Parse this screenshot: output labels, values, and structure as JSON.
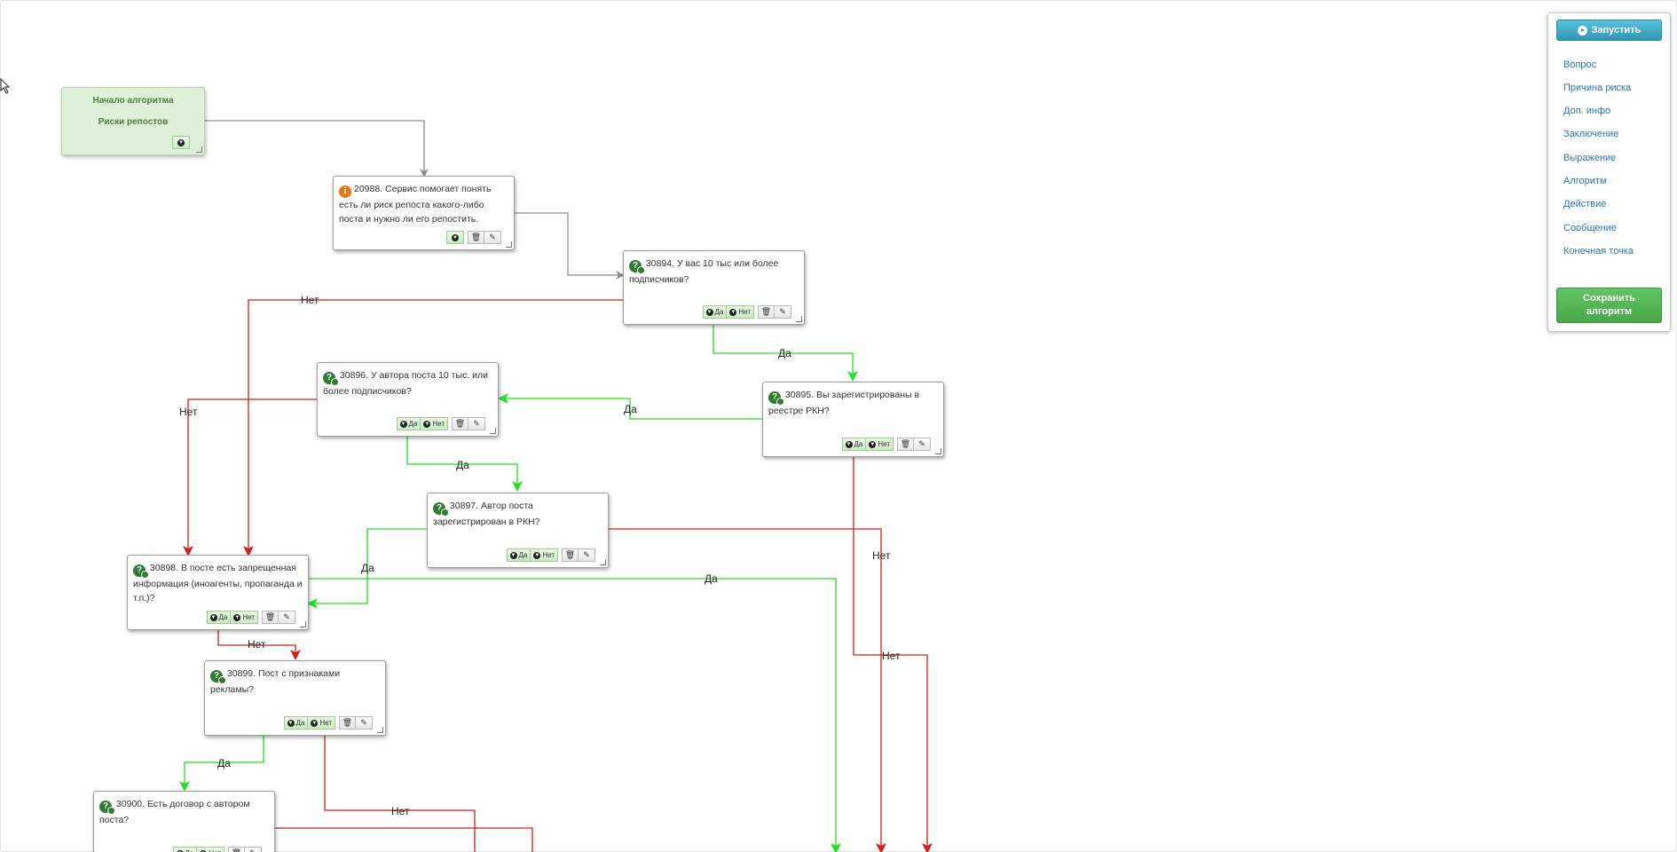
{
  "start_node": {
    "title": "Начало алгоритма",
    "subtitle": "Риски репостов"
  },
  "nodes": [
    {
      "id": "20988",
      "text": "20988. Сервис помогает понять есть ли риск репоста какого-либо поста и нужно ли его репостить.",
      "icon": "info-icon"
    },
    {
      "id": "30894",
      "text": "30894. У вас 10 тыс или более подписчиков?",
      "icon": "question-icon"
    },
    {
      "id": "30895",
      "text": "30895. Вы зарегистрированы в реестре РКН?",
      "icon": "question-icon"
    },
    {
      "id": "30896",
      "text": "30896. У автора поста 10 тыс. или более подписчиков?",
      "icon": "question-icon"
    },
    {
      "id": "30897",
      "text": "30897. Автор поста зарегистрирован в РКН?",
      "icon": "question-icon"
    },
    {
      "id": "30898",
      "text": "30898. В посте есть запрещенная информация (иноагенты, пропаганда и т.п.)?",
      "icon": "question-icon"
    },
    {
      "id": "30899",
      "text": "30899. Пост с признаками рекламы?",
      "icon": "question-icon"
    },
    {
      "id": "30900",
      "text": "30900. Есть договор с автором поста?",
      "icon": "question-icon"
    }
  ],
  "buttons": {
    "yes": "Да",
    "no": "Нет"
  },
  "edge_labels": {
    "yes": "Да",
    "no": "Нет"
  },
  "colors": {
    "yes": "#22e022",
    "no": "#d81b1b",
    "default": "#8c8c8c"
  },
  "panel": {
    "run": "Запустить",
    "links": [
      "Вопрос",
      "Причина риска",
      "Доп. инфо",
      "Заключение",
      "Выражение",
      "Алгоритм",
      "Действие",
      "Сообщение",
      "Конечная точка"
    ],
    "save": "Сохранить алгоритм"
  }
}
